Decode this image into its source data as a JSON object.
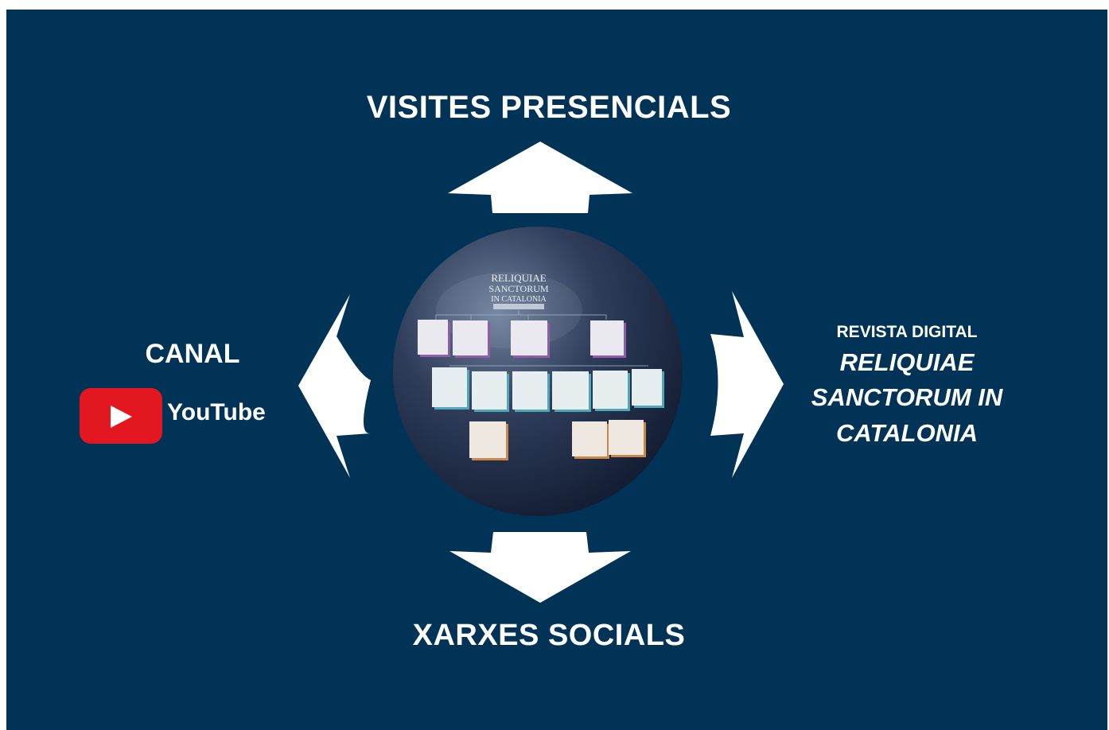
{
  "diagram": {
    "top": {
      "label": "VISITES PRESENCIALS"
    },
    "bottom": {
      "label": "XARXES SOCIALS"
    },
    "left": {
      "label": "CANAL",
      "logo_text": "YouTube",
      "logo_icon": "youtube-play-icon"
    },
    "right": {
      "kicker": "REVISTA DIGITAL",
      "title_lines": [
        "RELIQUIAE",
        "SANCTORUM IN",
        "CATALONIA"
      ]
    },
    "sphere": {
      "header_lines": [
        "RELIQUIAE",
        "SANCTORUM",
        "IN CATALONIA"
      ]
    }
  },
  "colors": {
    "background": "#003356",
    "arrow": "#ffffff",
    "youtube_red": "#e3171f",
    "card_purple": "#8e5ea6",
    "card_teal": "#4fa7b8",
    "card_orange": "#c88849"
  }
}
